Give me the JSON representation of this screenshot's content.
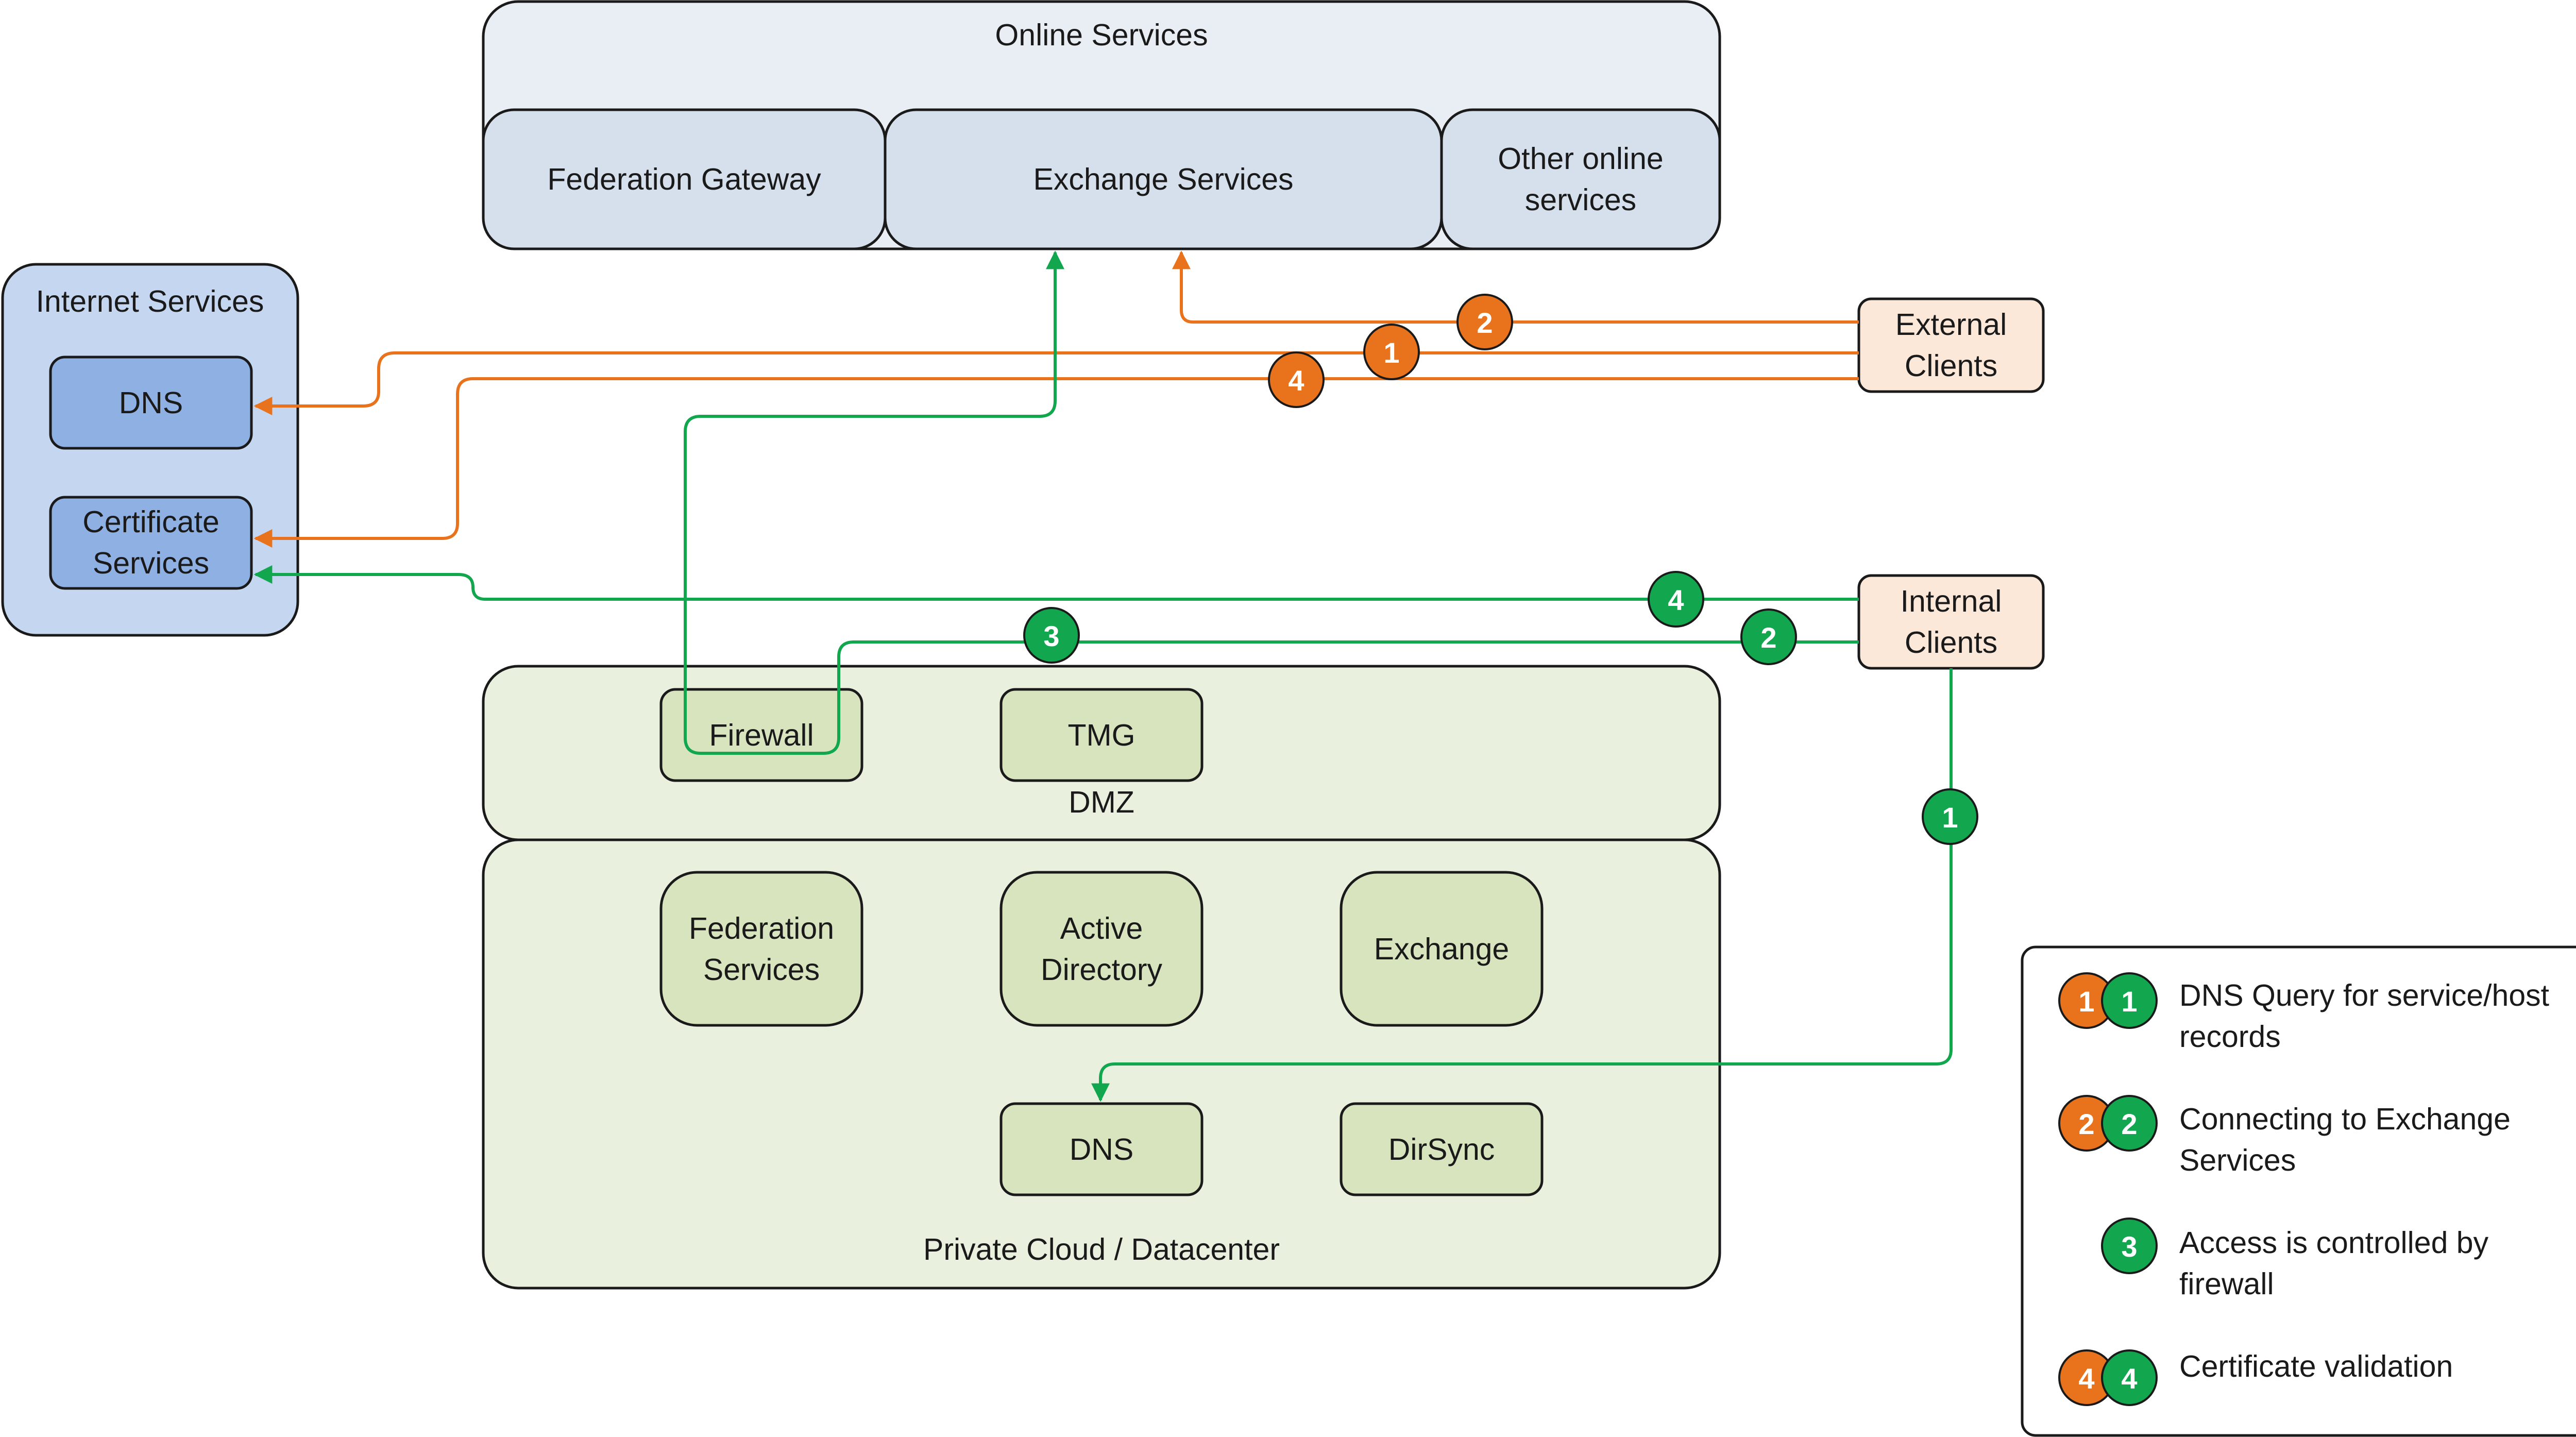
{
  "online_services": {
    "title": "Online Services",
    "federation_gateway": "Federation Gateway",
    "exchange_services": "Exchange Services",
    "other_online_services": [
      "Other online",
      "services"
    ]
  },
  "internet_services": {
    "title": "Internet Services",
    "dns": "DNS",
    "certificate_services": [
      "Certificate",
      "Services"
    ]
  },
  "external_clients": [
    "External",
    "Clients"
  ],
  "internal_clients": [
    "Internal",
    "Clients"
  ],
  "dmz": {
    "label": "DMZ",
    "firewall": "Firewall",
    "tmg": "TMG"
  },
  "private_cloud": {
    "label": "Private Cloud / Datacenter",
    "federation_services": [
      "Federation",
      "Services"
    ],
    "active_directory": [
      "Active",
      "Directory"
    ],
    "exchange": "Exchange",
    "dns": "DNS",
    "dirsync": "DirSync"
  },
  "flow_badges": {
    "external_exchange": "2",
    "external_dns": "1",
    "external_certificate": "4",
    "internal_certificate": "4",
    "internal_exchange": "2",
    "firewall": "3",
    "internal_dns": "1"
  },
  "legend": {
    "items": [
      {
        "badges": [
          "1",
          "1"
        ],
        "text": [
          "DNS Query for service/host",
          "records"
        ]
      },
      {
        "badges": [
          "2",
          "2"
        ],
        "text": [
          "Connecting to Exchange",
          "Services"
        ]
      },
      {
        "badges": [
          "3"
        ],
        "text": [
          "Access is controlled by",
          "firewall"
        ]
      },
      {
        "badges": [
          "4",
          "4"
        ],
        "text": [
          "Certificate validation"
        ]
      }
    ]
  },
  "colors": {
    "orange": "#E8731C",
    "green": "#12A64F",
    "online_bg": "#E9EEF5",
    "online_box": "#D5E0EC",
    "internet_bg": "#C5D7F0",
    "internet_box": "#8FB0E3",
    "client_bg": "#FCE8D9",
    "dc_bg": "#E9F0DD",
    "dc_box": "#D7E4BE",
    "stroke": "#1a1a1a"
  }
}
